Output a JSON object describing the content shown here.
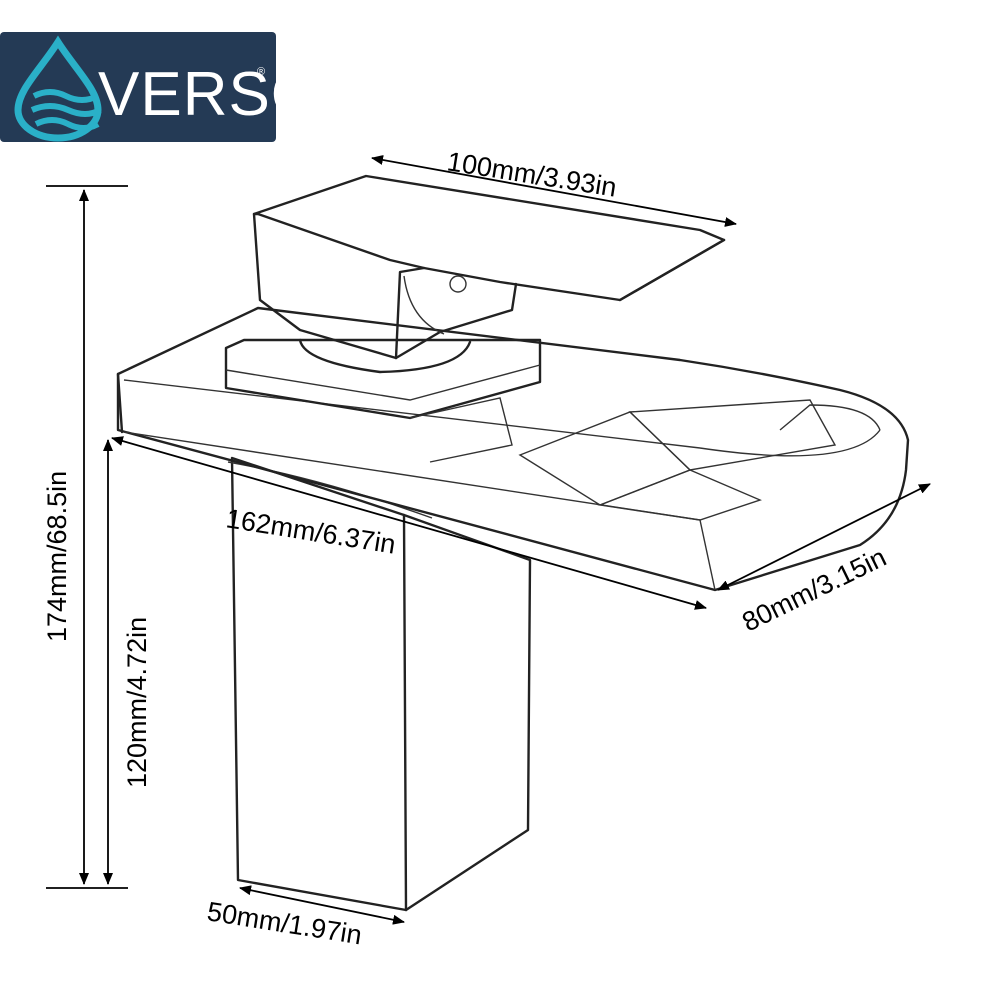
{
  "brand": {
    "name": "VERSO",
    "registered_mark": "®",
    "badge_color": "#243a55",
    "drop_color": "#2ab0c8",
    "icon": "water-drop-icon"
  },
  "dimensions": {
    "handle_length": "100mm/3.93in",
    "total_height": "174mm/68.5in",
    "body_height": "120mm/4.72in",
    "spout_length": "162mm/6.37in",
    "spout_width": "80mm/3.15in",
    "base_width": "50mm/1.97in"
  }
}
